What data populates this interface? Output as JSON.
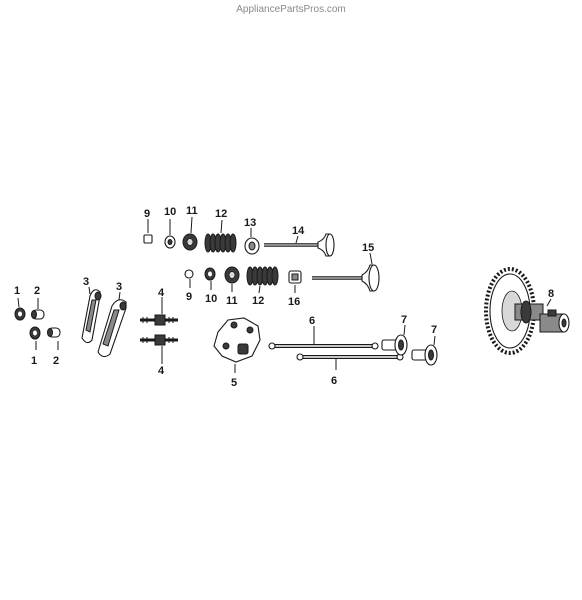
{
  "watermark": "AppliancePartsPros.com",
  "labels": {
    "l1a": "1",
    "l1b": "1",
    "l2a": "2",
    "l2b": "2",
    "l3a": "3",
    "l3b": "3",
    "l4a": "4",
    "l4b": "4",
    "l5": "5",
    "l6a": "6",
    "l6b": "6",
    "l7a": "7",
    "l7b": "7",
    "l8": "8",
    "l9a": "9",
    "l9b": "9",
    "l10a": "10",
    "l10b": "10",
    "l11a": "11",
    "l11b": "11",
    "l12a": "12",
    "l12b": "12",
    "l13": "13",
    "l14": "14",
    "l15": "15",
    "l16": "16"
  }
}
